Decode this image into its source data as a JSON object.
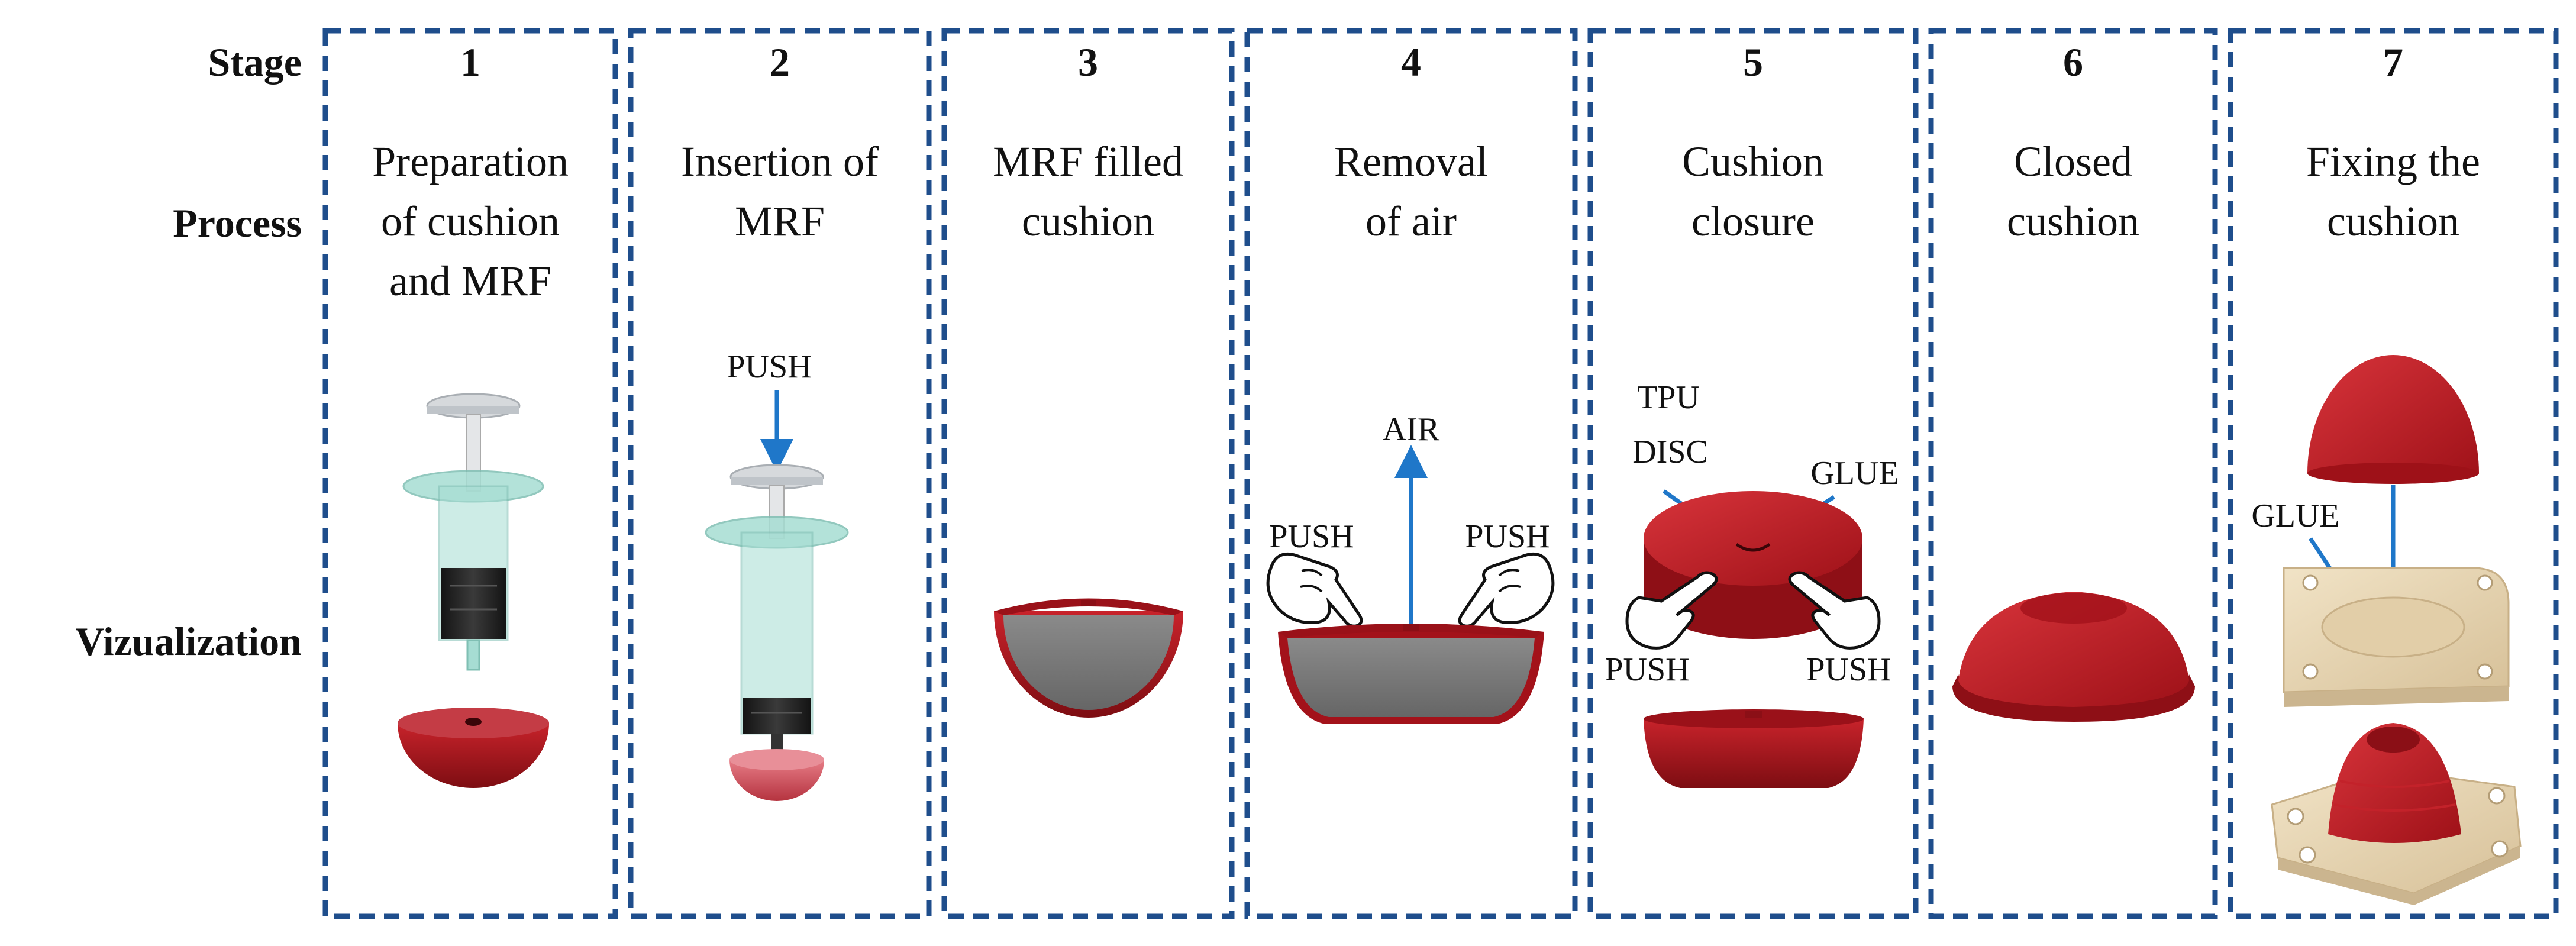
{
  "row_labels": {
    "stage": "Stage",
    "process": "Process",
    "visualization": "Vizualization"
  },
  "stages": [
    {
      "number": "1",
      "process_lines": [
        "Preparation",
        "of cushion",
        "and MRF"
      ]
    },
    {
      "number": "2",
      "process_lines": [
        "Insertion of",
        "MRF"
      ]
    },
    {
      "number": "3",
      "process_lines": [
        "MRF filled",
        "cushion"
      ]
    },
    {
      "number": "4",
      "process_lines": [
        "Removal",
        "of air"
      ]
    },
    {
      "number": "5",
      "process_lines": [
        "Cushion",
        "closure"
      ]
    },
    {
      "number": "6",
      "process_lines": [
        "Closed",
        "cushion"
      ]
    },
    {
      "number": "7",
      "process_lines": [
        "Fixing the",
        "cushion"
      ]
    }
  ],
  "annotations": {
    "s2_push": "PUSH",
    "s4_air": "AIR",
    "s4_push_left": "PUSH",
    "s4_push_right": "PUSH",
    "s5_tpu": "TPU",
    "s5_disc": "DISC",
    "s5_glue": "GLUE",
    "s5_push_left": "PUSH",
    "s5_push_right": "PUSH",
    "s7_glue": "GLUE"
  },
  "colors": {
    "frame": "#1f4e8c",
    "arrow": "#1f77c9",
    "cushion_red": "#b3141c",
    "mrf_gray": "#7a7a7a",
    "syringe_teal": "#9fd6cc",
    "base_beige": "#e8d6b3"
  }
}
